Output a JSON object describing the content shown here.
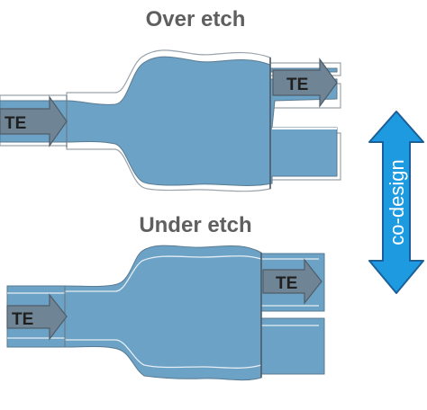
{
  "over_etch": {
    "title": "Over etch",
    "input_label": "TE",
    "output_label": "TE"
  },
  "under_etch": {
    "title": "Under etch",
    "input_label": "TE",
    "output_label": "TE"
  },
  "arrow": {
    "label": "co-design"
  },
  "colors": {
    "waveguide_fill": "#6ca2c6",
    "outline": "#5a6470",
    "te_arrow_fill": "#6f8494",
    "codesign_arrow": "#1e9be0",
    "heading_text": "#5f5f5f"
  }
}
